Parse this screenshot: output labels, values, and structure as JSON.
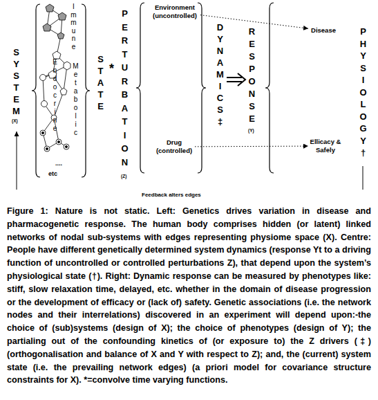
{
  "diagram": {
    "caption": "Figure 1: Nature is not static. Left: Genetics drives variation in disease and pharmacogenetic response. The human body comprises hidden (or latent) linked networks of nodal sub-systems with edges representing physiome space (X). Centre: People have different genetically determined system dynamics (response Yt to a driving function of uncontrolled or controlled perturbations Z), that depend upon the system’s physiological state (†). Right: Dynamic response can be measured by phenotypes like: stiff, slow relaxation time, delayed, etc. whether in the domain of disease progression or the development of efficacy or (lack of) safety. Genetic associations (i.e. the network nodes and their interrelations) discovered in an experiment will depend upon:-the choice of (sub)systems (design of X); the choice of phenotypes (design of Y); the partialing out of the confounding kinetics of (or exposure to) the Z drivers (‡) (orthogonalisation and balance of X and Y with respect to Z); and, the (current) system state (i.e. the prevailing network edges) (a priori model for covariance structure constraints for X). *=convolve time varying functions.",
    "nodes": [
      {
        "text": [
          "Environment",
          "(uncontrolled)"
        ]
      },
      {
        "text": [
          "Drug",
          "(controlled)"
        ]
      },
      {
        "text": [
          "Disease"
        ]
      },
      {
        "text": [
          "Ellicacy & Safely"
        ]
      }
    ],
    "edges": [
      {
        "from": 0,
        "to": 2,
        "arrow": "to"
      },
      {
        "from": 1,
        "to": 3,
        "arrow": "to"
      }
    ],
    "labels": [
      "SYSTEM",
      "(X)",
      "Immune",
      "Endocrine",
      "Metabolic",
      "....",
      "etc",
      "STATE",
      "*",
      "PERTURBATION",
      "(Z)",
      "DYNAMICS‡",
      "RESPONSE",
      "(Y)",
      "PHYSIOLOGY†",
      "Feedback alters edges"
    ]
  }
}
